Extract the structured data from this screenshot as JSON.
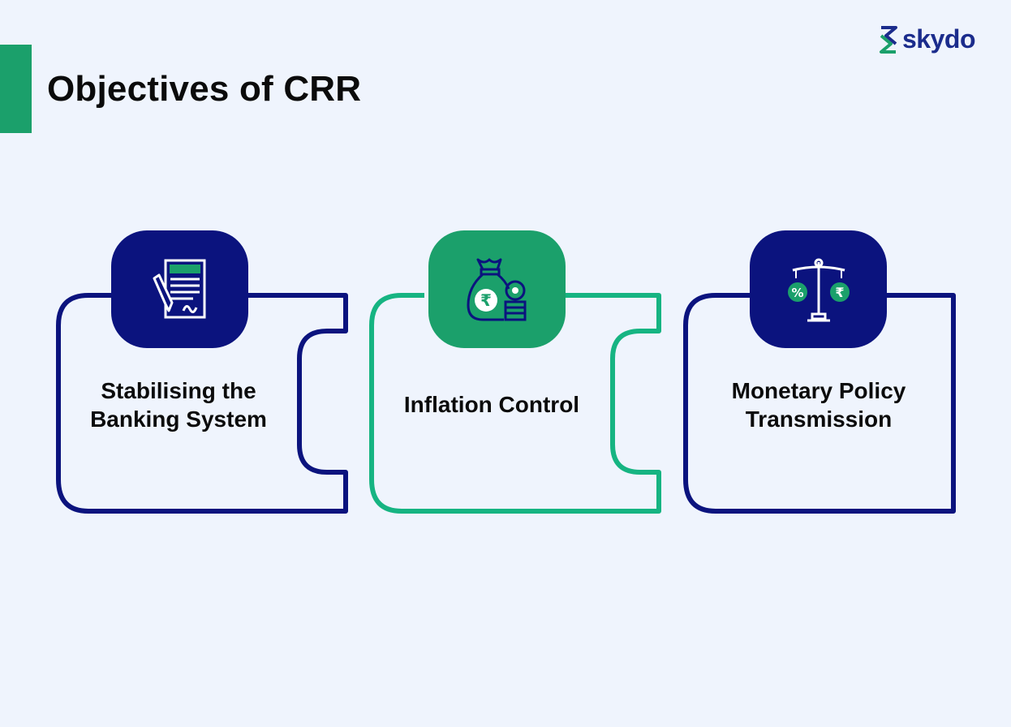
{
  "header": {
    "title": "Objectives of CRR",
    "brand_name": "skydo"
  },
  "colors": {
    "background": "#eff4fd",
    "accent_green": "#1ba06b",
    "navy": "#0b137e",
    "teal": "#16b482",
    "brand_blue": "#1b2c8c",
    "text": "#0b0b0b"
  },
  "cards": [
    {
      "label": "Stabilising the Banking System",
      "icon": "document-signature-icon",
      "border_color": "#0b137e",
      "tile_color": "#0b137e"
    },
    {
      "label": "Inflation Control",
      "icon": "rupee-money-bag-icon",
      "border_color": "#16b482",
      "tile_color": "#1ba06b"
    },
    {
      "label": "Monetary Policy Transmission",
      "icon": "balance-scale-icon",
      "border_color": "#0b137e",
      "tile_color": "#0b137e"
    }
  ]
}
